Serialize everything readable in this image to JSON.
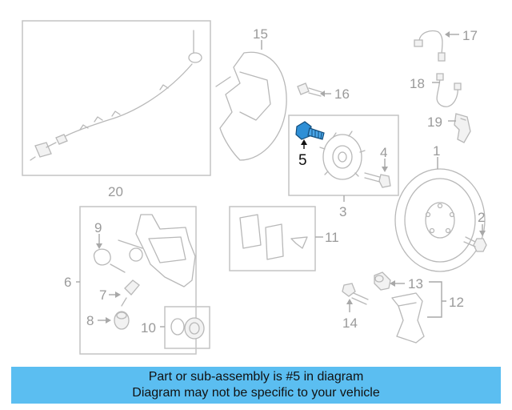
{
  "diagram": {
    "labels": {
      "l1": "1",
      "l2": "2",
      "l3": "3",
      "l4": "4",
      "l5": "5",
      "l6": "6",
      "l7": "7",
      "l8": "8",
      "l9": "9",
      "l10": "10",
      "l11": "11",
      "l12": "12",
      "l13": "13",
      "l14": "14",
      "l15": "15",
      "l16": "16",
      "l17": "17",
      "l18": "18",
      "l19": "19",
      "l20": "20"
    },
    "highlight_color": "#2e8fd6"
  },
  "banner": {
    "line1": "Part or sub-assembly is #5 in diagram",
    "line2": "Diagram may not be specific to your vehicle",
    "color": "#5bbef1"
  }
}
